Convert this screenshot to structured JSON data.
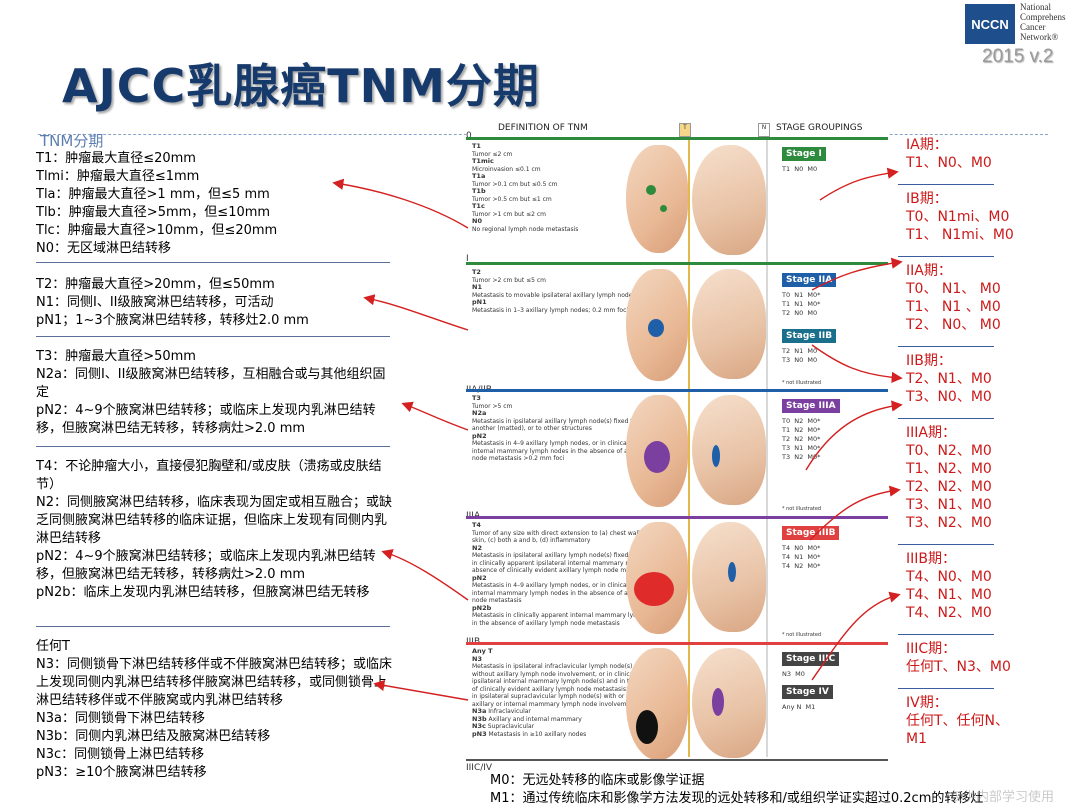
{
  "header": {
    "title": "AJCC乳腺癌TNM分期",
    "logo_abbr": "NCCN",
    "logo_name_lines": [
      "National",
      "Comprehens",
      "Cancer",
      "Network®"
    ],
    "version": "2015 v.2"
  },
  "left": {
    "heading": "TNM分期",
    "blocks": [
      {
        "lines": [
          "T1：肿瘤最大直径≤20mm",
          "Tlmi：肿瘤最大直径≤1mm",
          "Tla：肿瘤最大直径>1 mm，但≤5 mm",
          "Tlb：肿瘤最大直径>5mm，但≤10mm",
          "Tlc：肿瘤最大直径>10mm，但≤20mm",
          "N0：无区域淋巴结转移"
        ]
      },
      {
        "lines": [
          "T2：肿瘤最大直径>20mm，但≤50mm",
          "N1：同侧I、II级腋窝淋巴结转移，可活动",
          "pN1；1~3个腋窝淋巴结转移，转移灶2.0 mm"
        ]
      },
      {
        "lines": [
          "T3：肿瘤最大直径>50mm",
          "N2a：同侧I、II级腋窝淋巴结转移，互相融合或与其他组织固定",
          "pN2：4~9个腋窝淋巴结转移；或临床上发现内乳淋巴结转移，但腋窝淋巴结无转移，转移病灶>2.0 mm"
        ]
      },
      {
        "lines": [
          "T4：不论肿瘤大小，直接侵犯胸壁和/或皮肤（溃疡或皮肤结节）",
          "N2：同侧腋窝淋巴结转移，临床表现为固定或相互融合；或缺乏同侧腋窝淋巴结转移的临床证据，但临床上发现有同侧内乳淋巴结转移",
          "pN2：4~9个腋窝淋巴结转移；或临床上发现内乳淋巴结转移，但腋窝淋巴结无转移，转移病灶>2.0 mm",
          "pN2b：临床上发现内乳淋巴结转移，但腋窝淋巴结无转移"
        ]
      },
      {
        "lines": [
          "任何T",
          "N3：同侧锁骨下淋巴结转移伴或不伴腋窝淋巴结转移；或临床上发现同侧内乳淋巴结转移伴腋窝淋巴结转移，或同侧锁骨上淋巴结转移伴或不伴腋窝或内乳淋巴结转移",
          "N3a：同侧锁骨下淋巴结转移",
          "N3b：同侧内乳淋巴结及腋窝淋巴结转移",
          "N3c：同侧锁骨上淋巴结转移",
          "pN3：≥10个腋窝淋巴结转移"
        ]
      }
    ]
  },
  "figure": {
    "col_def": "DEFINITION OF TNM",
    "col_stage": "STAGE GROUPINGS",
    "band_labels": [
      "0",
      "I",
      "IIA/IIB",
      "IIIA",
      "IIIB",
      "IIIC/IV"
    ],
    "colors": {
      "green": "#2e8b3d",
      "blue": "#1f5fa8",
      "purple": "#7b3fa0",
      "red": "#e04040",
      "teal": "#1a6f8c",
      "gray": "#555555"
    },
    "bands": [
      {
        "defs": [
          [
            "T1",
            "Tumor ≤2 cm"
          ],
          [
            "T1mic",
            "Microinvasion ≤0.1 cm"
          ],
          [
            "T1a",
            "Tumor >0.1 cm but ≤0.5 cm"
          ],
          [
            "T1b",
            "Tumor >0.5 cm but ≤1 cm"
          ],
          [
            "T1c",
            "Tumor >1 cm but ≤2 cm"
          ],
          [
            "N0",
            "No regional lymph node metastasis"
          ]
        ],
        "stages": [
          {
            "label": "Stage I",
            "sub": "T1  N0  M0"
          }
        ],
        "note": ""
      },
      {
        "defs": [
          [
            "T2",
            "Tumor >2 cm but ≤5 cm"
          ],
          [
            "N1",
            "Metastasis to movable ipsilateral axillary lymph node(s)"
          ],
          [
            "pN1",
            "Metastasis in 1–3 axillary lymph nodes; 0.2 mm foci"
          ]
        ],
        "stages": [
          {
            "label": "Stage IIA",
            "sub": "T0  N1  M0*\nT1  N1  M0*\nT2  N0  M0"
          },
          {
            "label": "Stage IIB",
            "sub": "T2  N1  M0\nT3  N0  M0"
          }
        ],
        "note": "* not illustrated"
      },
      {
        "defs": [
          [
            "T3",
            "Tumor >5 cm"
          ],
          [
            "N2a",
            "Metastasis in ipsilateral axillary lymph node(s) fixed to one another (matted), or to other structures"
          ],
          [
            "pN2",
            "Metastasis in 4–9 axillary lymph nodes, or in clinically apparent internal mammary lymph nodes in the absence of axillary lymph node metastasis >0.2 mm foci"
          ]
        ],
        "stages": [
          {
            "label": "Stage IIIA",
            "sub": "T0  N2  M0*\nT1  N2  M0*\nT2  N2  M0*\nT3  N1  M0*\nT3  N2  M0*"
          }
        ],
        "note": "* not illustrated"
      },
      {
        "defs": [
          [
            "T4",
            "Tumor of any size with direct extension to (a) chest wall or (b) skin, (c) both a and b, (d) inflammatory"
          ],
          [
            "N2",
            "Metastasis in ipsilateral axillary lymph node(s) fixed or matted, or in clinically apparent ipsilateral internal mammary nodes in the absence of clinically evident axillary lymph node metastasis"
          ],
          [
            "pN2",
            "Metastasis in 4–9 axillary lymph nodes, or in clinically apparent internal mammary lymph nodes in the absence of axillary lymph node metastasis"
          ],
          [
            "pN2b",
            "Metastasis in clinically apparent internal mammary lymph nodes in the absence of axillary lymph node metastasis"
          ]
        ],
        "stages": [
          {
            "label": "Stage IIIB",
            "sub": "T4  N0  M0*\nT4  N1  M0*\nT4  N2  M0*"
          }
        ],
        "note": "* not illustrated"
      },
      {
        "defs": [
          [
            "Any T",
            ""
          ],
          [
            "N3",
            "Metastasis in ipsilateral infraclavicular lymph node(s) with or without axillary lymph node involvement, or in clinically apparent ipsilateral internal mammary lymph node(s) and in the presence of clinically evident axillary lymph node metastasis; or metastasis in ipsilateral supraclavicular lymph node(s) with or without axillary or internal mammary lymph node involvement"
          ],
          [
            "N3a",
            "Infraclavicular"
          ],
          [
            "N3b",
            "Axillary and internal mammary"
          ],
          [
            "N3c",
            "Supraclavicular"
          ],
          [
            "pN3",
            "Metastasis in ≥10 axillary nodes"
          ]
        ],
        "stages": [
          {
            "label": "Stage IIIC",
            "sub": "N3  M0"
          },
          {
            "label": "Stage IV",
            "sub": "Any N  M1"
          }
        ],
        "note": ""
      }
    ]
  },
  "right": {
    "blocks": [
      {
        "lines": [
          "IA期：",
          "T1、N0、M0"
        ]
      },
      {
        "lines": [
          "IB期：",
          "T0、N1mi、M0",
          "T1、 N1mi、M0"
        ]
      },
      {
        "lines": [
          "IIA期：",
          "T0、 N1、 M0",
          "T1、 N1 、M0",
          "T2、 N0、 M0"
        ]
      },
      {
        "lines": [
          "IIB期：",
          "T2、N1、M0",
          "T3、N0、M0"
        ]
      },
      {
        "lines": [
          "IIIA期：",
          "T0、N2、M0",
          "T1、N2、M0",
          "T2、N2、M0",
          "T3、N1、M0",
          "T3、N2、M0"
        ]
      },
      {
        "lines": [
          "IIIB期：",
          "T4、N0、M0",
          "T4、N1、M0",
          "T4、N2、M0"
        ]
      },
      {
        "lines": [
          "IIIC期：",
          "任何T、N3、M0"
        ]
      },
      {
        "lines": [
          "IV期：",
          "任何T、任何N、",
          "M1"
        ]
      }
    ]
  },
  "footer": {
    "m_lines": [
      "M0：无远处转移的临床或影像学证据",
      "M1：通过传统临床和影像学方法发现的远处转移和/或组织学证实超过0.2cm的转移灶"
    ],
    "watermark": "仅供内部学习使用"
  }
}
